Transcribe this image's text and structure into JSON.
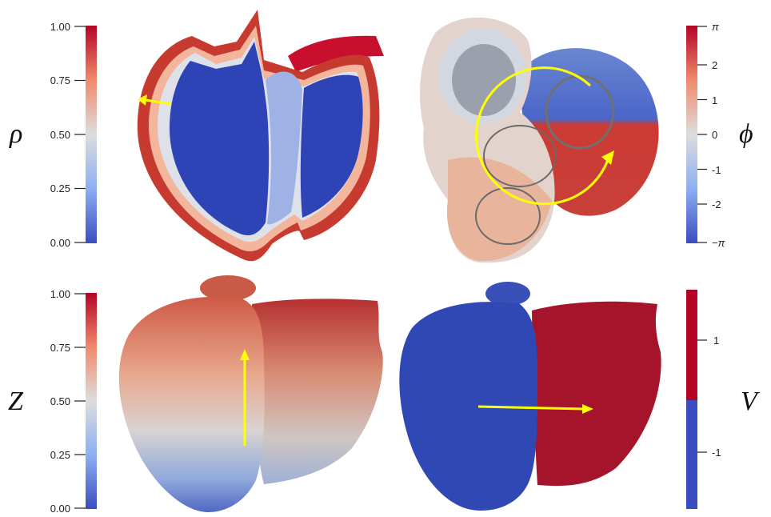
{
  "colorbars": {
    "rho": {
      "symbol": "ρ",
      "ticks": [
        "1.00",
        "0.75",
        "0.50",
        "0.25",
        "0.00"
      ],
      "colors": {
        "top": "#b40426",
        "middle": "#dddddd",
        "bottom": "#3b4cc0"
      }
    },
    "phi": {
      "symbol": "ϕ",
      "ticks": [
        "π",
        "2",
        "1",
        "0",
        "-1",
        "-2",
        "−π"
      ],
      "colors": {
        "top": "#b40426",
        "middle": "#dddddd",
        "bottom": "#3b4cc0"
      }
    },
    "z": {
      "symbol": "Z",
      "ticks": [
        "1.00",
        "0.75",
        "0.50",
        "0.25",
        "0.00"
      ],
      "colors": {
        "top": "#b40426",
        "middle": "#dddddd",
        "bottom": "#3b4cc0"
      }
    },
    "v": {
      "symbol": "V",
      "ticks": [
        "1",
        "-1"
      ],
      "colors": {
        "top": "#b40426",
        "bottom": "#3b4cc0"
      }
    }
  },
  "arrow_color": "#ffff00",
  "panels": [
    "rho-long-axis-section",
    "phi-top-view",
    "z-anterior-view",
    "v-anterior-view"
  ]
}
